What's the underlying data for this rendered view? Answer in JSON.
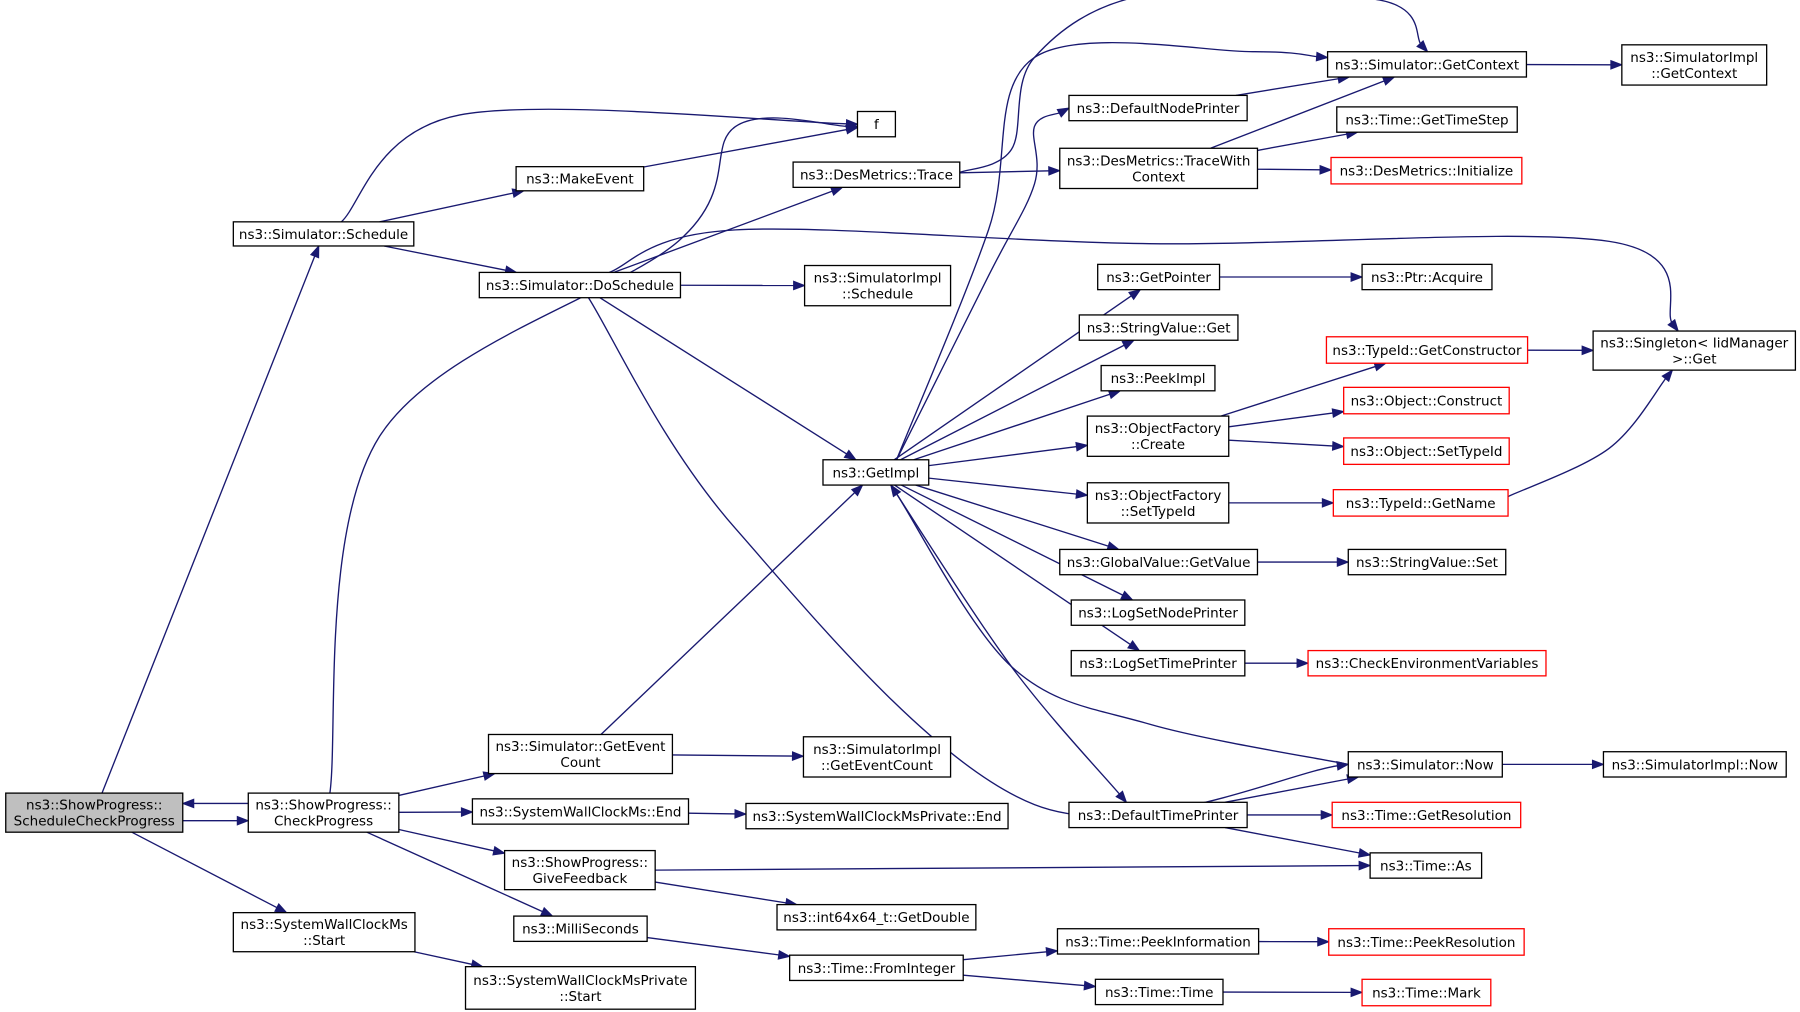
{
  "graph": {
    "title": "",
    "colors": {
      "edge": "#191970",
      "node_border": "#000000",
      "missing_doc_border": "#ff0000",
      "root_fill": "#bfbfbf"
    },
    "nodes": [
      {
        "id": "root",
        "lines": [
          "ns3::ShowProgress::",
          "ScheduleCheckProgress"
        ],
        "style": "root",
        "link": false
      },
      {
        "id": "checkprogress",
        "lines": [
          "ns3::ShowProgress::",
          "CheckProgress"
        ],
        "style": "black",
        "link": true
      },
      {
        "id": "sched",
        "lines": [
          "ns3::Simulator::Schedule"
        ],
        "style": "black",
        "link": true
      },
      {
        "id": "swcms_start",
        "lines": [
          "ns3::SystemWallClockMs",
          "::Start"
        ],
        "style": "black",
        "link": true
      },
      {
        "id": "swcmsp_start",
        "lines": [
          "ns3::SystemWallClockMsPrivate",
          "::Start"
        ],
        "style": "black",
        "link": true
      },
      {
        "id": "makeevent",
        "lines": [
          "ns3::MakeEvent"
        ],
        "style": "black",
        "link": true
      },
      {
        "id": "f",
        "lines": [
          "f"
        ],
        "style": "black",
        "link": true
      },
      {
        "id": "doschedule",
        "lines": [
          "ns3::Simulator::DoSchedule"
        ],
        "style": "black",
        "link": true
      },
      {
        "id": "getevcount",
        "lines": [
          "ns3::Simulator::GetEvent",
          "Count"
        ],
        "style": "black",
        "link": true
      },
      {
        "id": "swcms_end",
        "lines": [
          "ns3::SystemWallClockMs::End"
        ],
        "style": "black",
        "link": true
      },
      {
        "id": "givefeedback",
        "lines": [
          "ns3::ShowProgress::",
          "GiveFeedback"
        ],
        "style": "black",
        "link": true
      },
      {
        "id": "millis",
        "lines": [
          "ns3::MilliSeconds"
        ],
        "style": "black",
        "link": true
      },
      {
        "id": "desm_trace",
        "lines": [
          "ns3::DesMetrics::Trace"
        ],
        "style": "black",
        "link": true
      },
      {
        "id": "simimpl_sched",
        "lines": [
          "ns3::SimulatorImpl",
          "::Schedule"
        ],
        "style": "black",
        "link": true
      },
      {
        "id": "getimpl",
        "lines": [
          "ns3::GetImpl"
        ],
        "style": "black",
        "link": true
      },
      {
        "id": "simimpl_getevcount",
        "lines": [
          "ns3::SimulatorImpl",
          "::GetEventCount"
        ],
        "style": "black",
        "link": true
      },
      {
        "id": "swcmsp_end",
        "lines": [
          "ns3::SystemWallClockMsPrivate::End"
        ],
        "style": "black",
        "link": true
      },
      {
        "id": "int64_getdouble",
        "lines": [
          "ns3::int64x64_t::GetDouble"
        ],
        "style": "black",
        "link": true
      },
      {
        "id": "time_fromint",
        "lines": [
          "ns3::Time::FromInteger"
        ],
        "style": "black",
        "link": true
      },
      {
        "id": "defnodeprinter",
        "lines": [
          "ns3::DefaultNodePrinter"
        ],
        "style": "black",
        "link": true
      },
      {
        "id": "desm_tracectx",
        "lines": [
          "ns3::DesMetrics::TraceWith",
          "Context"
        ],
        "style": "black",
        "link": true
      },
      {
        "id": "getpointer",
        "lines": [
          "ns3::GetPointer"
        ],
        "style": "black",
        "link": true
      },
      {
        "id": "stringvalue_get",
        "lines": [
          "ns3::StringValue::Get"
        ],
        "style": "black",
        "link": true
      },
      {
        "id": "peekimpl",
        "lines": [
          "ns3::PeekImpl"
        ],
        "style": "black",
        "link": true
      },
      {
        "id": "objfactory_create",
        "lines": [
          "ns3::ObjectFactory",
          "::Create"
        ],
        "style": "black",
        "link": true
      },
      {
        "id": "objfactory_settypeid",
        "lines": [
          "ns3::ObjectFactory",
          "::SetTypeId"
        ],
        "style": "black",
        "link": true
      },
      {
        "id": "globalvalue_getvalue",
        "lines": [
          "ns3::GlobalValue::GetValue"
        ],
        "style": "black",
        "link": true
      },
      {
        "id": "logsetnodeprinter",
        "lines": [
          "ns3::LogSetNodePrinter"
        ],
        "style": "black",
        "link": true
      },
      {
        "id": "logsettimeprinter",
        "lines": [
          "ns3::LogSetTimePrinter"
        ],
        "style": "black",
        "link": true
      },
      {
        "id": "deftimeprinter",
        "lines": [
          "ns3::DefaultTimePrinter"
        ],
        "style": "black",
        "link": true
      },
      {
        "id": "time_peekinfo",
        "lines": [
          "ns3::Time::PeekInformation"
        ],
        "style": "black",
        "link": true
      },
      {
        "id": "time_time",
        "lines": [
          "ns3::Time::Time"
        ],
        "style": "black",
        "link": true
      },
      {
        "id": "sim_getcontext",
        "lines": [
          "ns3::Simulator::GetContext"
        ],
        "style": "black",
        "link": true
      },
      {
        "id": "time_gettimestep",
        "lines": [
          "ns3::Time::GetTimeStep"
        ],
        "style": "black",
        "link": true
      },
      {
        "id": "desm_init",
        "lines": [
          "ns3::DesMetrics::Initialize"
        ],
        "style": "red",
        "link": true
      },
      {
        "id": "ptr_acquire",
        "lines": [
          "ns3::Ptr::Acquire"
        ],
        "style": "black",
        "link": true
      },
      {
        "id": "typeid_getconstructor",
        "lines": [
          "ns3::TypeId::GetConstructor"
        ],
        "style": "red",
        "link": true
      },
      {
        "id": "object_construct",
        "lines": [
          "ns3::Object::Construct"
        ],
        "style": "red",
        "link": true
      },
      {
        "id": "object_settypeid",
        "lines": [
          "ns3::Object::SetTypeId"
        ],
        "style": "red",
        "link": true
      },
      {
        "id": "typeid_getname",
        "lines": [
          "ns3::TypeId::GetName"
        ],
        "style": "red",
        "link": true
      },
      {
        "id": "stringvalue_set",
        "lines": [
          "ns3::StringValue::Set"
        ],
        "style": "black",
        "link": true
      },
      {
        "id": "checkenvvars",
        "lines": [
          "ns3::CheckEnvironmentVariables"
        ],
        "style": "red",
        "link": true
      },
      {
        "id": "sim_now",
        "lines": [
          "ns3::Simulator::Now"
        ],
        "style": "black",
        "link": true
      },
      {
        "id": "time_getresolution",
        "lines": [
          "ns3::Time::GetResolution"
        ],
        "style": "red",
        "link": true
      },
      {
        "id": "time_as",
        "lines": [
          "ns3::Time::As"
        ],
        "style": "black",
        "link": true
      },
      {
        "id": "time_peekresolution",
        "lines": [
          "ns3::Time::PeekResolution"
        ],
        "style": "red",
        "link": true
      },
      {
        "id": "time_mark",
        "lines": [
          "ns3::Time::Mark"
        ],
        "style": "red",
        "link": true
      },
      {
        "id": "simimpl_getcontext",
        "lines": [
          "ns3::SimulatorImpl",
          "::GetContext"
        ],
        "style": "black",
        "link": true
      },
      {
        "id": "singleton_get",
        "lines": [
          "ns3::Singleton< IidManager",
          " >::Get"
        ],
        "style": "black",
        "link": true
      },
      {
        "id": "simimpl_now",
        "lines": [
          "ns3::SimulatorImpl::Now"
        ],
        "style": "black",
        "link": true
      }
    ],
    "edges": [
      [
        "root",
        "checkprogress"
      ],
      [
        "checkprogress",
        "root"
      ],
      [
        "root",
        "sched"
      ],
      [
        "root",
        "swcms_start"
      ],
      [
        "sched",
        "f"
      ],
      [
        "sched",
        "makeevent"
      ],
      [
        "sched",
        "doschedule"
      ],
      [
        "makeevent",
        "f"
      ],
      [
        "checkprogress",
        "f"
      ],
      [
        "checkprogress",
        "getevcount"
      ],
      [
        "checkprogress",
        "swcms_end"
      ],
      [
        "checkprogress",
        "givefeedback"
      ],
      [
        "checkprogress",
        "millis"
      ],
      [
        "swcms_start",
        "swcmsp_start"
      ],
      [
        "doschedule",
        "desm_trace"
      ],
      [
        "doschedule",
        "singleton_get"
      ],
      [
        "doschedule",
        "simimpl_sched"
      ],
      [
        "doschedule",
        "getimpl"
      ],
      [
        "doschedule",
        "sim_now"
      ],
      [
        "getevcount",
        "getimpl"
      ],
      [
        "getevcount",
        "simimpl_getevcount"
      ],
      [
        "swcms_end",
        "swcmsp_end"
      ],
      [
        "givefeedback",
        "time_as"
      ],
      [
        "givefeedback",
        "int64_getdouble"
      ],
      [
        "millis",
        "time_fromint"
      ],
      [
        "desm_trace",
        "sim_getcontext"
      ],
      [
        "desm_trace",
        "desm_tracectx"
      ],
      [
        "desm_tracectx",
        "sim_getcontext"
      ],
      [
        "desm_tracectx",
        "time_gettimestep"
      ],
      [
        "desm_tracectx",
        "desm_init"
      ],
      [
        "defnodeprinter",
        "sim_getcontext"
      ],
      [
        "sim_getcontext",
        "simimpl_getcontext"
      ],
      [
        "getimpl",
        "defnodeprinter"
      ],
      [
        "getimpl",
        "sim_getcontext"
      ],
      [
        "getimpl",
        "getpointer"
      ],
      [
        "getimpl",
        "stringvalue_get"
      ],
      [
        "getimpl",
        "peekimpl"
      ],
      [
        "getimpl",
        "objfactory_create"
      ],
      [
        "getimpl",
        "objfactory_settypeid"
      ],
      [
        "getimpl",
        "globalvalue_getvalue"
      ],
      [
        "getimpl",
        "logsetnodeprinter"
      ],
      [
        "getimpl",
        "logsettimeprinter"
      ],
      [
        "getimpl",
        "deftimeprinter"
      ],
      [
        "getpointer",
        "ptr_acquire"
      ],
      [
        "objfactory_create",
        "typeid_getconstructor"
      ],
      [
        "objfactory_create",
        "object_construct"
      ],
      [
        "objfactory_create",
        "object_settypeid"
      ],
      [
        "typeid_getconstructor",
        "singleton_get"
      ],
      [
        "objfactory_settypeid",
        "typeid_getname"
      ],
      [
        "typeid_getname",
        "singleton_get"
      ],
      [
        "globalvalue_getvalue",
        "stringvalue_set"
      ],
      [
        "logsettimeprinter",
        "checkenvvars"
      ],
      [
        "sim_now",
        "getimpl"
      ],
      [
        "sim_now",
        "simimpl_now"
      ],
      [
        "deftimeprinter",
        "sim_now"
      ],
      [
        "deftimeprinter",
        "time_getresolution"
      ],
      [
        "deftimeprinter",
        "time_as"
      ],
      [
        "time_fromint",
        "time_peekinfo"
      ],
      [
        "time_fromint",
        "time_time"
      ],
      [
        "time_peekinfo",
        "time_peekresolution"
      ],
      [
        "time_time",
        "time_mark"
      ]
    ]
  }
}
